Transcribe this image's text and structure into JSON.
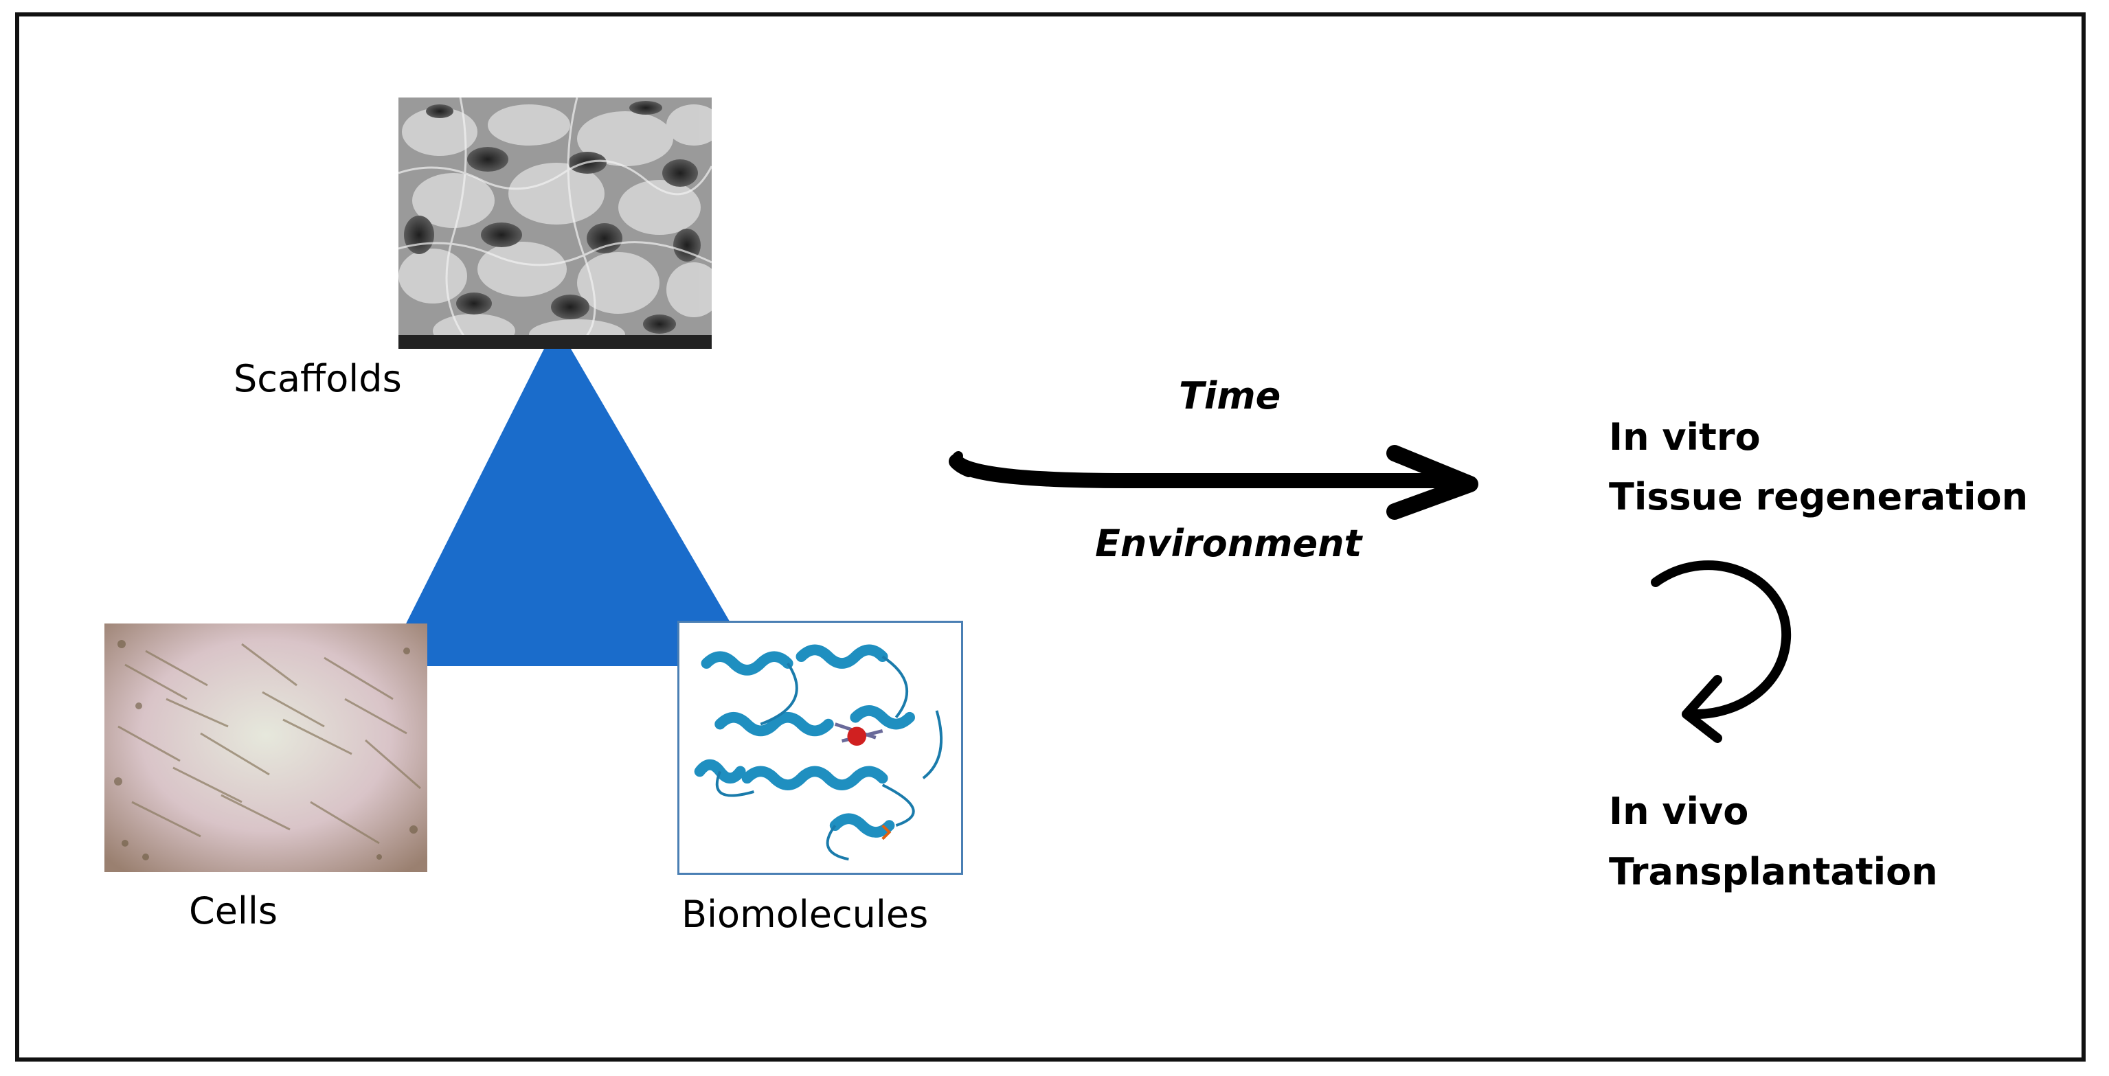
{
  "labels": {
    "scaffolds": "Scaffolds",
    "cells": "Cells",
    "biomolecules": "Biomolecules",
    "time": "Time",
    "environment": "Environment",
    "in_vitro": "In vitro",
    "tissue_regeneration": "Tissue regeneration",
    "in_vivo": "In vivo",
    "transplantation": "Transplantation"
  },
  "colors": {
    "triangle": "#1a6ccb",
    "frame": "#111111",
    "protein": "#1f8fc0",
    "biomolecule_border": "#4a7fb4"
  },
  "icons": {
    "scaffold_image": "scaffold-sem-micrograph",
    "cells_image": "cell-culture-micrograph",
    "biomolecule_image": "protein-ribbon-structure",
    "time_arrow": "right-arrow",
    "cycle_arrow": "circular-arrow"
  }
}
